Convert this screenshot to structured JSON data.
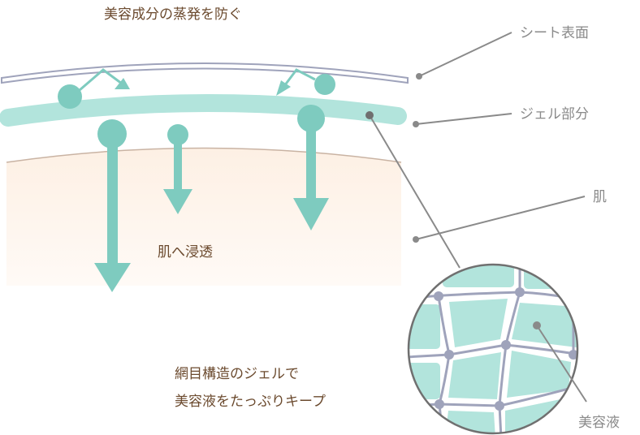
{
  "title": "美容成分の蒸発を防ぐ",
  "labels": {
    "sheet": "シート表面",
    "gel": "ジェル部分",
    "skin": "肌",
    "serum": "美容液"
  },
  "penetration": "肌へ浸透",
  "caption": [
    "網目構造のジェルで",
    "美容液をたっぷりキープ"
  ],
  "colors": {
    "teal": "#7ecbbf",
    "gel": "#b2e4dc",
    "sheet": "#9fa3bb",
    "skin": "#fdf3ea",
    "skin_line": "#c9b3a3",
    "text": "#6b4a2e",
    "label": "#8a8a8a"
  }
}
